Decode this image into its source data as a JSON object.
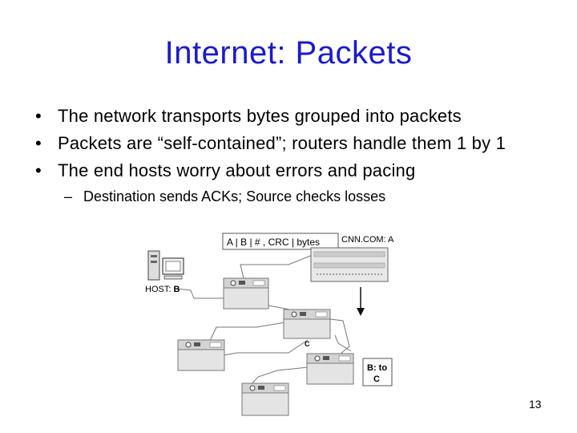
{
  "slide": {
    "title": "Internet: Packets",
    "bullets": [
      "The network transports bytes grouped into packets",
      "Packets are “self-contained”; routers handle them 1 by 1",
      "The end hosts worry about errors and pacing"
    ],
    "sub_bullet": "Destination sends ACKs; Source checks losses",
    "page_number": "13"
  },
  "diagram": {
    "packet_header": "A | B | # , CRC | bytes",
    "server_label": "CNN.COM: A",
    "host_label_prefix": "HOST: ",
    "host_label_id": "B",
    "router_label": "C",
    "destination_label_line1": "B: to",
    "destination_label_line2": "C"
  }
}
